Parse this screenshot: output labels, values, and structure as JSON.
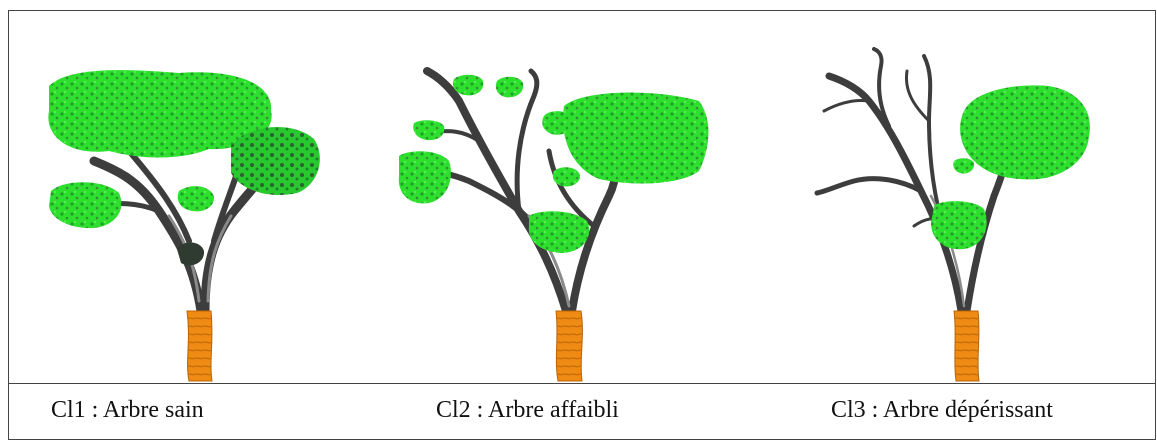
{
  "colors": {
    "foliage": "#2ee02e",
    "foliage_dark": "#1f9f2a",
    "foliage_shadow": "#3b4a3b",
    "branch": "#3d3d3d",
    "branch_highlight": "#8a8a8a",
    "trunk": "#ef8a12",
    "trunk_dark": "#b8650a",
    "border": "#444444"
  },
  "trees": [
    {
      "id": "cl1",
      "caption": "Cl1 : Arbre sain",
      "state": "healthy",
      "foliage_level": 1.0
    },
    {
      "id": "cl2",
      "caption": "Cl2 : Arbre affaibli",
      "state": "weakened",
      "foliage_level": 0.6
    },
    {
      "id": "cl3",
      "caption": "Cl3 : Arbre dépérissant",
      "state": "declining",
      "foliage_level": 0.3
    }
  ]
}
